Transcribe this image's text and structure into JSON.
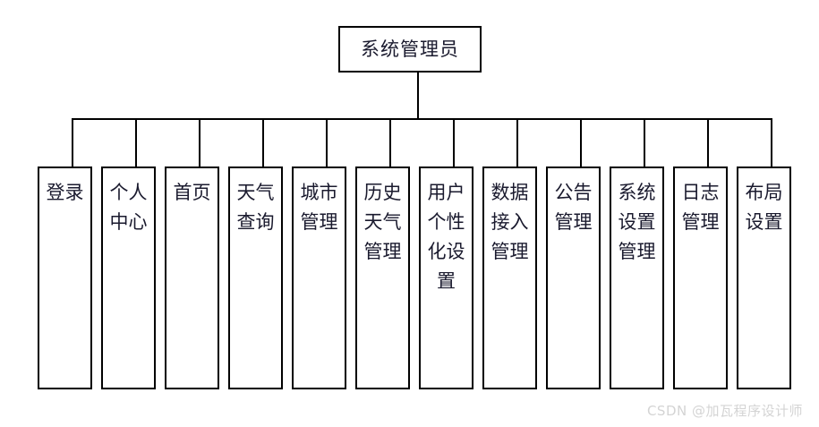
{
  "diagram": {
    "type": "organization-tree",
    "orientation": "top-down",
    "root": {
      "label": "系统管理员"
    },
    "children": [
      {
        "label": "登录"
      },
      {
        "label": "个人中心"
      },
      {
        "label": "首页"
      },
      {
        "label": "天气查询"
      },
      {
        "label": "城市管理"
      },
      {
        "label": "历史天气管理"
      },
      {
        "label": "用户个性化设置"
      },
      {
        "label": "数据接入管理"
      },
      {
        "label": "公告管理"
      },
      {
        "label": "系统设置管理"
      },
      {
        "label": "日志管理"
      },
      {
        "label": "布局设置"
      }
    ],
    "colors": {
      "background": "#ffffff",
      "line": "#000000",
      "text": "#1a1a2e",
      "watermark": "#d4d4d4"
    }
  },
  "watermark": {
    "text": "CSDN @加瓦程序设计师"
  }
}
